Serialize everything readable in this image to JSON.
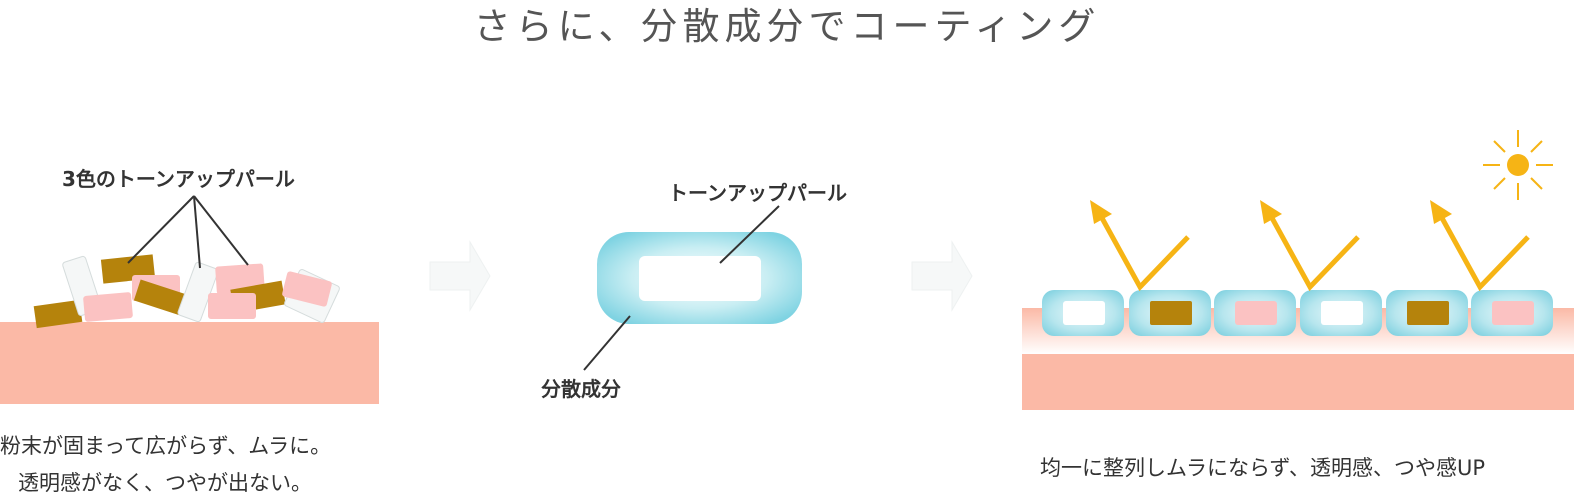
{
  "title": "さらに、分散成分でコーティング",
  "panel_before": {
    "label": "3色のトーンアップパール",
    "caption_line1": "粉末が固まって広がらず、ムラに。",
    "caption_line2": "透明感がなく、つやが出ない。"
  },
  "panel_middle": {
    "label_top": "トーンアップパール",
    "label_bottom": "分散成分"
  },
  "panel_after": {
    "caption": "均一に整列しムラにならず、透明感、つや感UP"
  },
  "colors": {
    "skin": "#fbb9a6",
    "gold": "#b5830c",
    "pink": "#fbc2c2",
    "white_pearl": "#ffffff",
    "coating": "#7fd3e2",
    "arrow": "#f6b415",
    "sun": "#f6b415"
  },
  "icons": [
    "right-arrow-icon",
    "sun-icon",
    "reflection-arrow-icon"
  ]
}
